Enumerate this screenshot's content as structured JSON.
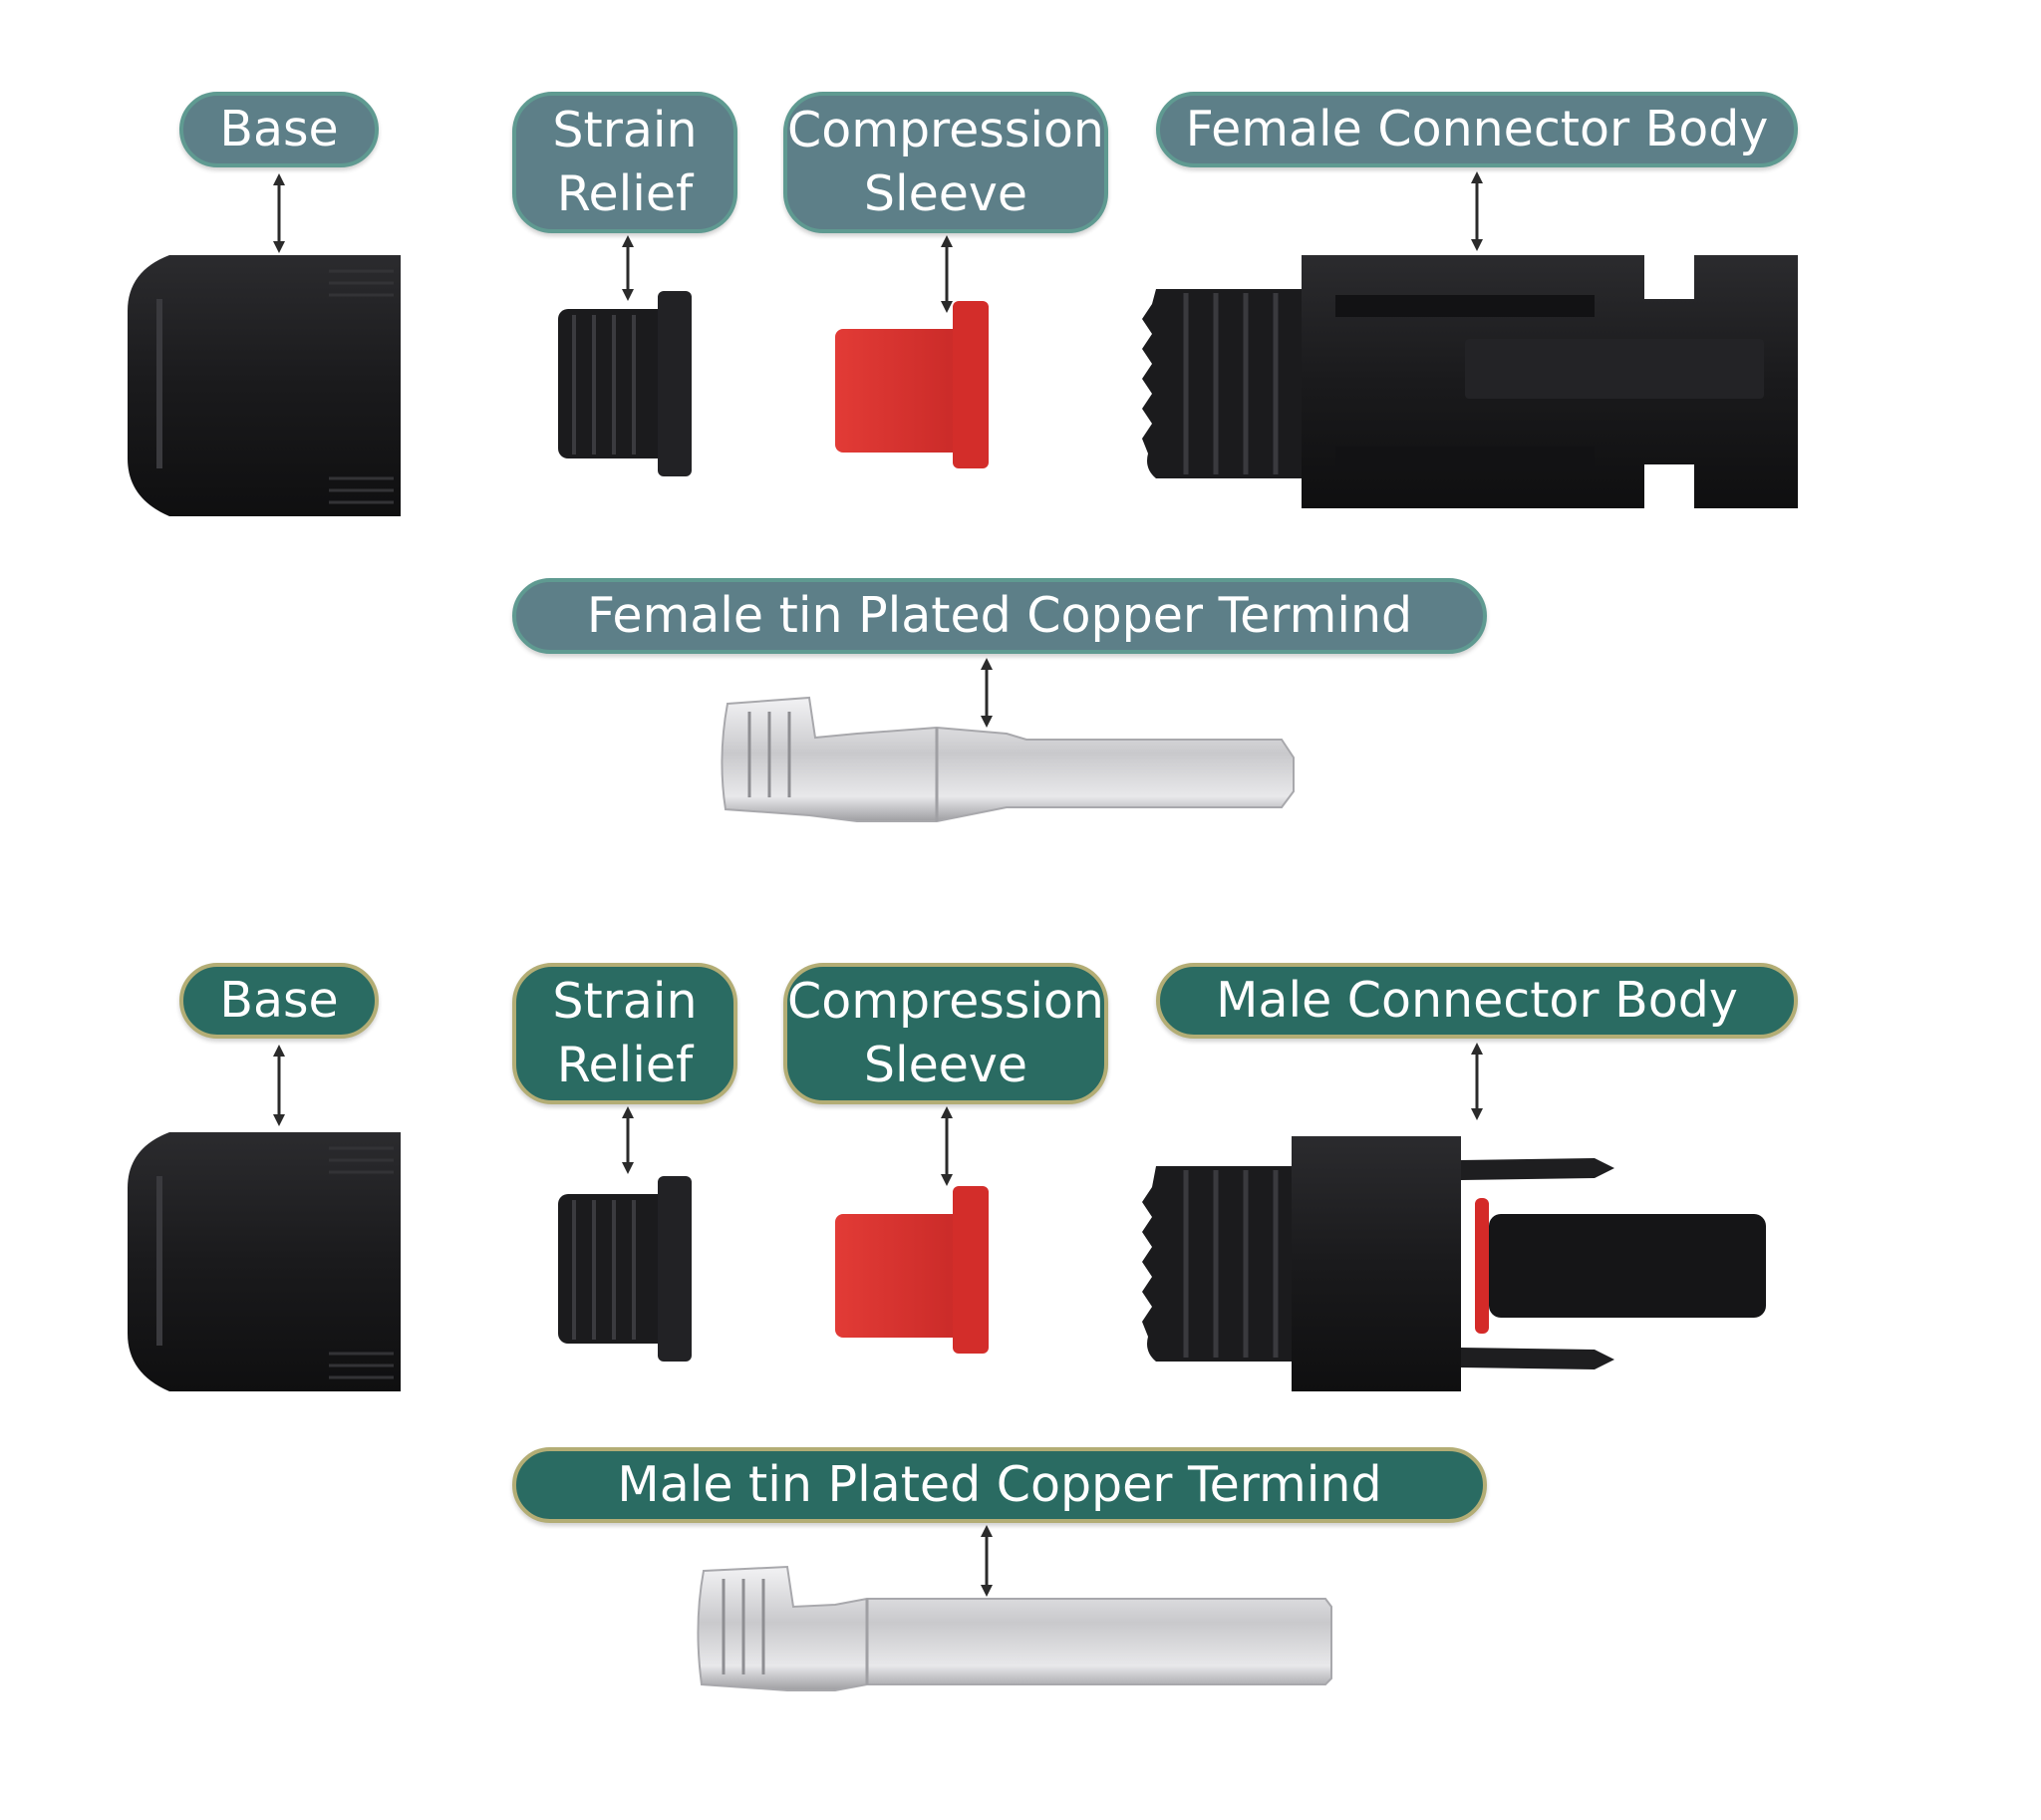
{
  "colors": {
    "female_label_bg": "#5d7f88",
    "male_label_bg": "#2a6b62",
    "part_black": "#1c1c1e",
    "sleeve_red": "#d7302e",
    "terminal_silver": "#d6d6d8",
    "arrow": "#2b2b2b"
  },
  "female": {
    "base": "Base",
    "strain_relief": "Strain Relief",
    "compression_sleeve": "Compression Sleeve",
    "connector_body": "Female Connector Body",
    "terminal": "Female tin Plated Copper Termind"
  },
  "male": {
    "base": "Base",
    "strain_relief": "Strain Relief",
    "compression_sleeve": "Compression Sleeve",
    "connector_body": "Male Connector Body",
    "terminal": "Male tin Plated Copper Termind"
  }
}
